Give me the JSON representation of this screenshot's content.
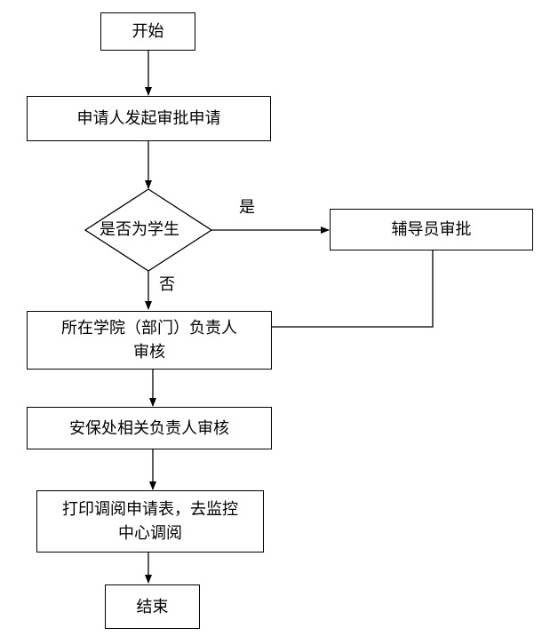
{
  "flow": {
    "start": "开始",
    "submit": "申请人发起审批申请",
    "decision": "是否为学生",
    "yes_label": "是",
    "no_label": "否",
    "counselor": "辅导员审批",
    "college_line1": "所在学院（部门）负责人",
    "college_line2": "审核",
    "security": "安保处相关负责人审核",
    "print_line1": "打印调阅申请表，去监控",
    "print_line2": "中心调阅",
    "end": "结束"
  }
}
